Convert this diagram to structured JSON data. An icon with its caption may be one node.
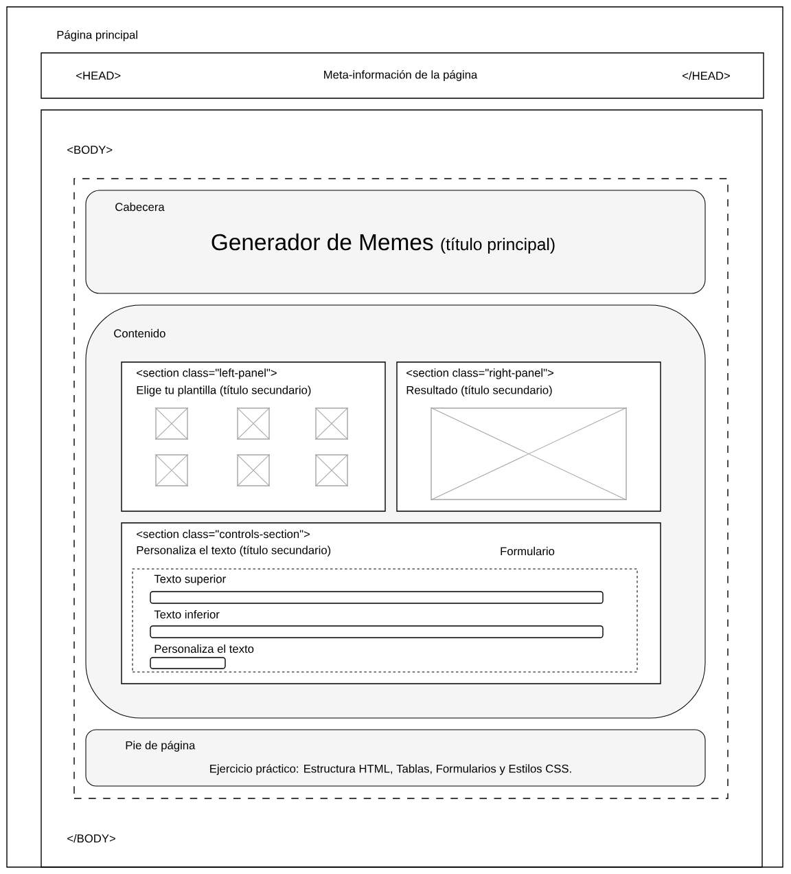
{
  "diagram": {
    "nodes": [
      {
        "text": [
          "Página principal"
        ]
      },
      {
        "text": [
          "<HEAD>",
          "Meta-información de la página",
          "</HEAD>"
        ],
        "in": 0
      },
      {
        "text": [
          "<BODY>",
          "</BODY>"
        ],
        "in": 0
      },
      {
        "text": [],
        "shape": "box",
        "in": 2
      },
      {
        "text": [
          "Cabecera",
          "Generador de Memes",
          "(título principal)"
        ],
        "in": 3
      },
      {
        "text": [
          "Contenido"
        ],
        "in": 3
      },
      {
        "text": [
          "<section class=\"left-panel\">",
          "Elige tu plantilla (título secundario)"
        ],
        "in": 5
      },
      {
        "text": [],
        "shape": "box",
        "in": 6
      },
      {
        "text": [],
        "shape": "box",
        "in": 6
      },
      {
        "text": [],
        "shape": "box",
        "in": 6
      },
      {
        "text": [],
        "shape": "box",
        "in": 6
      },
      {
        "text": [],
        "shape": "box",
        "in": 6
      },
      {
        "text": [],
        "shape": "box",
        "in": 6
      },
      {
        "text": [
          "<section class=\"right-panel\">",
          "Resultado (título secundario)"
        ],
        "in": 5
      },
      {
        "text": [],
        "shape": "box",
        "in": 13
      },
      {
        "text": [
          "<section class=\"controls-section\">",
          "Personaliza el texto (título secundario)",
          "Formulario"
        ],
        "in": 5
      },
      {
        "text": [
          "Texto superior",
          "Texto inferior",
          "Personaliza el texto"
        ],
        "in": 15
      },
      {
        "text": [],
        "shape": "box",
        "in": 16
      },
      {
        "text": [],
        "shape": "box",
        "in": 16
      },
      {
        "text": [],
        "shape": "box",
        "in": 16
      },
      {
        "text": [
          "Pie de página",
          "Ejercicio práctico: Estructura HTML, Tablas, Formularios y Estilos CSS."
        ],
        "in": 3
      }
    ]
  }
}
